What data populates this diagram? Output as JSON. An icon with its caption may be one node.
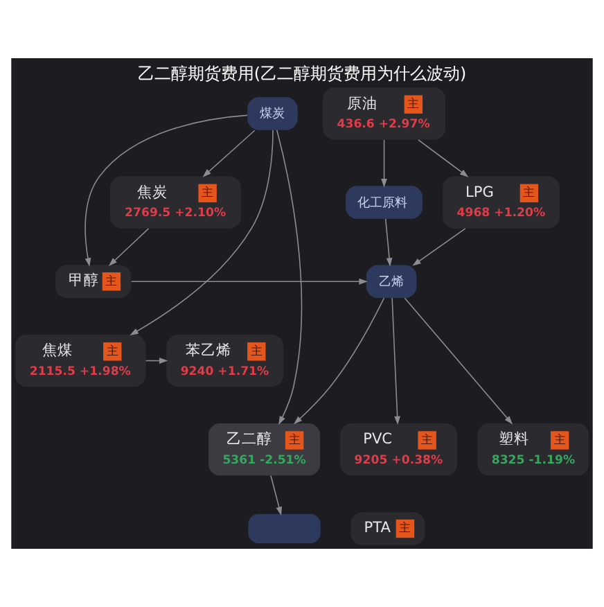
{
  "diagram": {
    "title": "乙二醇期货费用(乙二醇期货费用为什么波动)",
    "nodes": [
      {
        "text": [
          "煤炭"
        ]
      },
      {
        "text": [
          "原油",
          "主",
          "436.6 +2.97%"
        ]
      },
      {
        "text": [
          "焦炭",
          "主",
          "2769.5 +2.10%"
        ]
      },
      {
        "text": [
          "化工原料"
        ]
      },
      {
        "text": [
          "LPG",
          "主",
          "4968 +1.20%"
        ]
      },
      {
        "text": [
          "甲醇",
          "主"
        ]
      },
      {
        "text": [
          "乙烯"
        ]
      },
      {
        "text": [
          "焦煤",
          "主",
          "2115.5 +1.98%"
        ]
      },
      {
        "text": [
          "苯乙烯",
          "主",
          "9240 +1.71%"
        ]
      },
      {
        "text": [
          "乙二醇",
          "主",
          "5361 -2.51%"
        ]
      },
      {
        "text": [
          "PVC",
          "主",
          "9205 +0.38%"
        ]
      },
      {
        "text": [
          "塑料",
          "主",
          "8325 -1.19%"
        ]
      },
      {
        "text": [],
        "shape": "box"
      },
      {
        "text": [
          "PTA",
          "主"
        ]
      }
    ],
    "edges": [
      {
        "from": 0,
        "to": 2,
        "arrow": "to"
      },
      {
        "from": 0,
        "to": 5,
        "arrow": "to"
      },
      {
        "from": 0,
        "to": 7,
        "arrow": "to"
      },
      {
        "from": 0,
        "to": 9,
        "arrow": "to"
      },
      {
        "from": 1,
        "to": 3,
        "arrow": "to"
      },
      {
        "from": 1,
        "to": 4,
        "arrow": "to"
      },
      {
        "from": 2,
        "to": 5,
        "arrow": "to"
      },
      {
        "from": 3,
        "to": 6,
        "arrow": "to"
      },
      {
        "from": 4,
        "to": 6,
        "arrow": "to"
      },
      {
        "from": 5,
        "to": 6,
        "arrow": "to"
      },
      {
        "from": 7,
        "to": 8,
        "arrow": "to"
      },
      {
        "from": 6,
        "to": 9,
        "arrow": "to"
      },
      {
        "from": 6,
        "to": 10,
        "arrow": "to"
      },
      {
        "from": 6,
        "to": 11,
        "arrow": "to"
      },
      {
        "from": 9,
        "to": 12,
        "arrow": "to"
      }
    ]
  }
}
